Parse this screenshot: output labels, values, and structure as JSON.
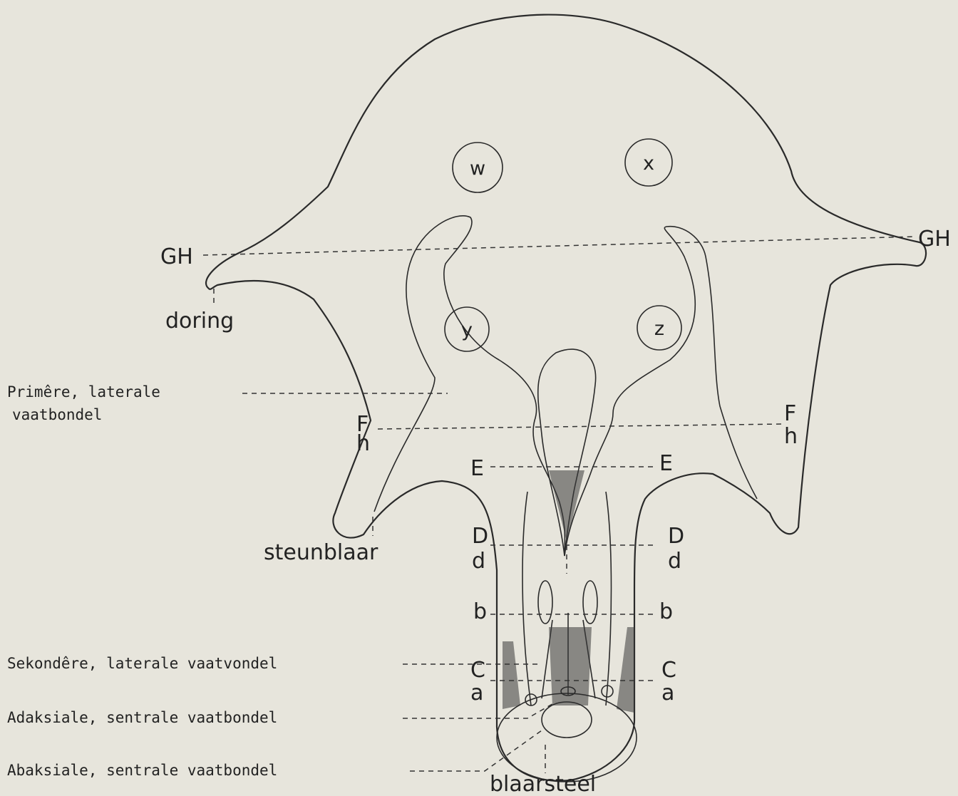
{
  "regions": {
    "w": "w",
    "x": "x",
    "y": "y",
    "z": "z"
  },
  "sections": {
    "GH": "GH",
    "F": "F",
    "h": "h",
    "E": "E",
    "D": "D",
    "d": "d",
    "b": "b",
    "C": "C",
    "a": "a"
  },
  "labels": {
    "doring": "doring",
    "steunblaar": "steunblaar",
    "blaarsteel": "blaarsteel"
  },
  "callouts": {
    "primary_lateral_line1": "Primêre, laterale",
    "primary_lateral_line2": "vaatbondel",
    "secondary_lateral": "Sekondêre, laterale vaatvondel",
    "adaxial_central": "Adaksiale, sentrale vaatbondel",
    "abaxial_central": "Abaksiale, sentrale vaatbondel"
  }
}
